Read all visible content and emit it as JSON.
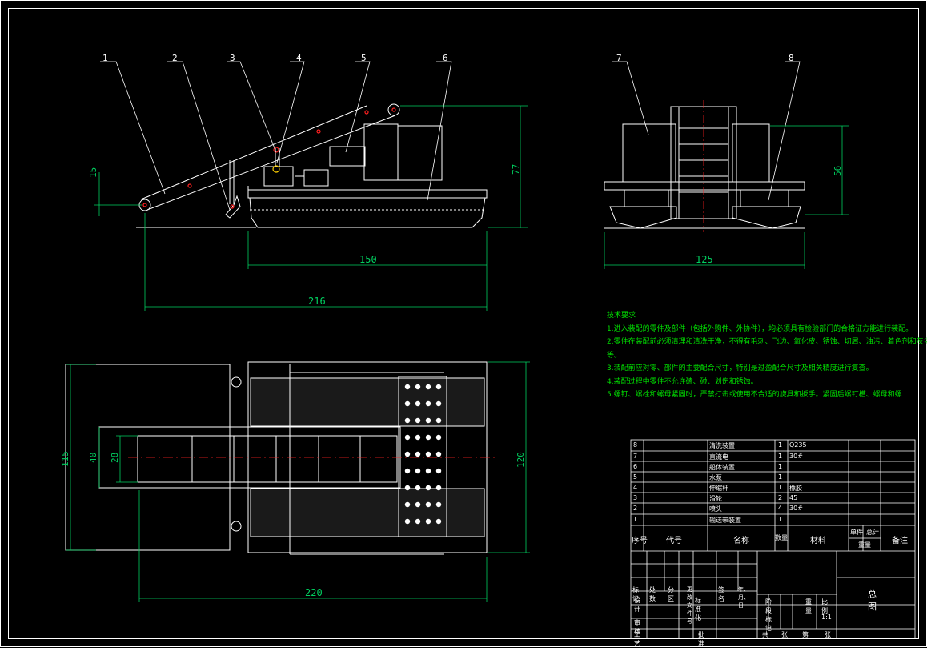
{
  "colors": {
    "background": "#000000",
    "frame": "#ffffff",
    "leader": "#ffffff",
    "dimension": "#00d060",
    "notes": "#00e000",
    "center_line": "#ff2020",
    "table_text": "#ffffff"
  },
  "callouts": [
    "1",
    "2",
    "3",
    "4",
    "5",
    "6",
    "7",
    "8"
  ],
  "dimensions": {
    "side_height_left": "15",
    "side_height_right": "77",
    "side_hull_length": "150",
    "side_total_length": "216",
    "front_height": "56",
    "front_width": "125",
    "top_total_height": "115",
    "top_conveyor_width": "40",
    "top_inner_width": "28",
    "top_body_height": "120",
    "top_total_length": "220"
  },
  "tech_notes": {
    "title": "技术要求",
    "lines": [
      "1.进入装配的零件及部件（包括外购件、外协件），均必须具有检验部门的合格证方能进行装配。",
      "2.零件在装配前必须清理和清洗干净，不得有毛刺、飞边、氧化皮、锈蚀、切屑、油污、着色剂和灰尘",
      "等。",
      "3.装配前应对零、部件的主要配合尺寸，特别是过盈配合尺寸及相关精度进行复查。",
      "4.装配过程中零件不允许磕、碰、划伤和锈蚀。",
      "5.螺钉、螺栓和螺母紧固时，严禁打击或使用不合适的旋具和扳手。紧固后螺钉槽、螺母和螺"
    ]
  },
  "parts_list": {
    "rows": [
      {
        "no": "8",
        "code": "",
        "name": "清洗装置",
        "qty": "1",
        "material": "Q235"
      },
      {
        "no": "7",
        "code": "",
        "name": "直流电",
        "qty": "1",
        "material": "30#"
      },
      {
        "no": "6",
        "code": "",
        "name": "船体装置",
        "qty": "1",
        "material": ""
      },
      {
        "no": "5",
        "code": "",
        "name": "水泵",
        "qty": "1",
        "material": ""
      },
      {
        "no": "4",
        "code": "",
        "name": "伸缩杆",
        "qty": "1",
        "material": "橡胶"
      },
      {
        "no": "3",
        "code": "",
        "name": "滑轮",
        "qty": "2",
        "material": "45"
      },
      {
        "no": "2",
        "code": "",
        "name": "喷头",
        "qty": "4",
        "material": "30#"
      },
      {
        "no": "1",
        "code": "",
        "name": "输送带装置",
        "qty": "1",
        "material": ""
      }
    ],
    "header": {
      "no": "序号",
      "code": "代号",
      "name": "名称",
      "qty": "数量",
      "material": "材料",
      "single": "单件",
      "total": "总计",
      "weight": "重量",
      "remark": "备注"
    }
  },
  "title_block": {
    "drawing_name": "总图",
    "mark": "标记",
    "count": "处数",
    "zone": "分区",
    "change_doc": "更改文件号",
    "signature": "签名",
    "date": "年、月、日",
    "design": "设计",
    "standardize": "标准化",
    "stage_mark": "阶段标记",
    "weight": "重量",
    "scale": "比例",
    "scale_value": "1:1",
    "review": "审核",
    "process": "工艺",
    "approve": "批准",
    "total_sheets": "共",
    "sheet": "张",
    "page": "第",
    "page_sheet": "张"
  }
}
